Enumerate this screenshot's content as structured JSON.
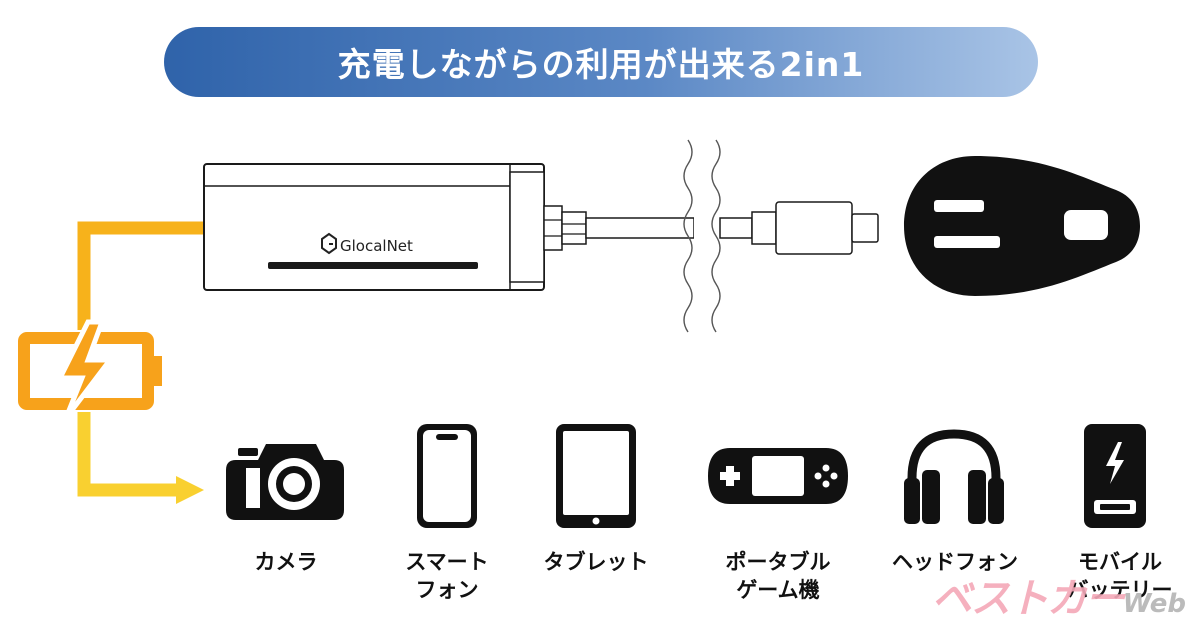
{
  "banner": {
    "title": "充電しながらの利用が出来る2in1"
  },
  "adapter": {
    "brand": "GlocalNet"
  },
  "devices": [
    {
      "icon": "camera-icon",
      "line1": "カメラ",
      "line2": ""
    },
    {
      "icon": "smartphone-icon",
      "line1": "スマート",
      "line2": "フォン"
    },
    {
      "icon": "tablet-icon",
      "line1": "タブレット",
      "line2": ""
    },
    {
      "icon": "game-console-icon",
      "line1": "ポータブル",
      "line2": "ゲーム機"
    },
    {
      "icon": "headphones-icon",
      "line1": "ヘッドフォン",
      "line2": ""
    },
    {
      "icon": "battery-pack-icon",
      "line1": "モバイル",
      "line2": "バッテリー"
    }
  ],
  "colors": {
    "accent": "#f7a21b",
    "accent_light": "#f9d423",
    "dark": "#111111",
    "banner_start": "#2f63aa",
    "banner_end": "#a9c4e6"
  },
  "watermark": {
    "jp": "ベストカー",
    "en": "Web"
  }
}
